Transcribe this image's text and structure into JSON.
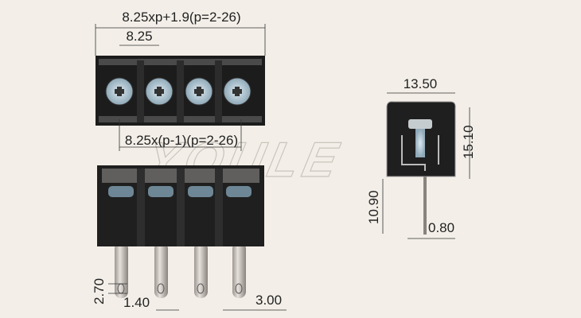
{
  "watermark": "YOULE",
  "top_view": {
    "overall_dim": "8.25xp+1.9(p=2-26)",
    "pitch_dim": "8.25",
    "span_dim": "8.25x(p-1)(p=2-26)"
  },
  "side_view": {
    "width_dim": "13.50",
    "height_dim": "15.10",
    "pin_length_dim": "10.90",
    "pin_thickness_dim": "0.80"
  },
  "front_view": {
    "hole_dim": "2.70",
    "hole_dia_dim": "1.40",
    "pin_width_dim": "3.00"
  },
  "colors": {
    "background": "#f3efe8",
    "body": "#1e1e1e",
    "screw": "#a9c3d3",
    "pin": "#c9c2bc"
  }
}
